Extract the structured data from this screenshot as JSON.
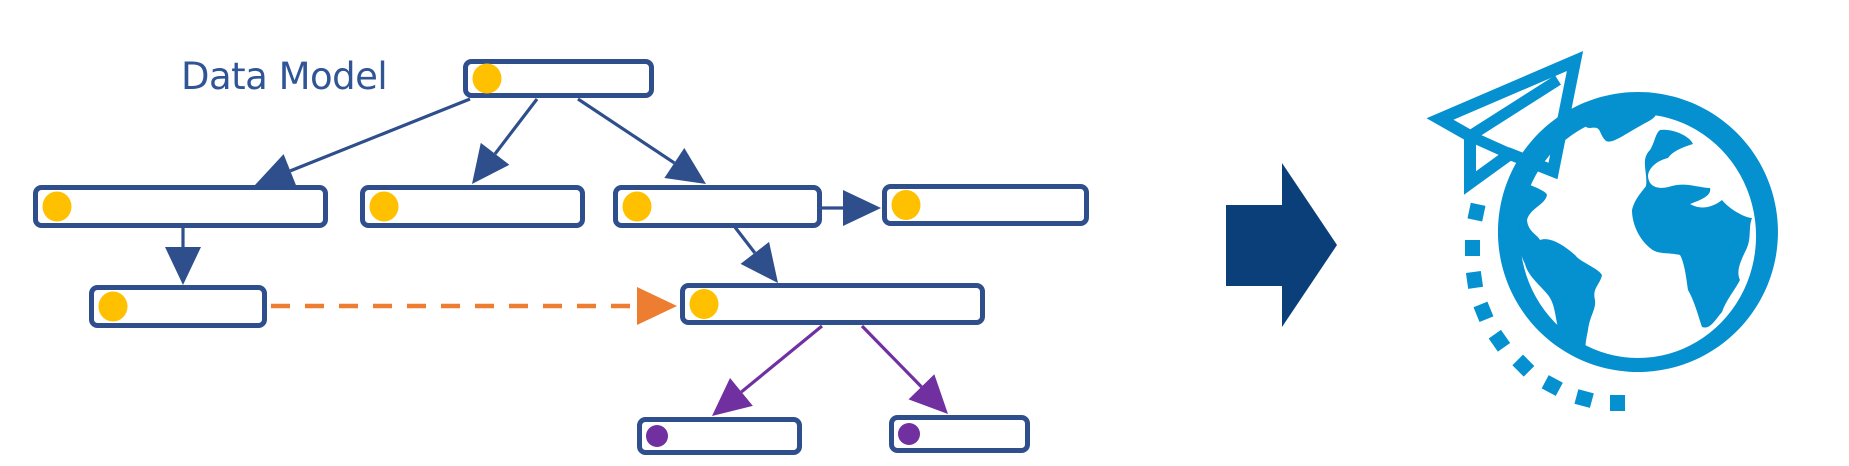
{
  "diagram": {
    "title": "Data Model",
    "colors": {
      "node_border": "#2E4F8C",
      "node_fill": "#FFFFFF",
      "dot_primary": "#FFC000",
      "dot_secondary": "#7030A0",
      "edge_primary": "#2E4F8C",
      "edge_dashed": "#ED7D31",
      "edge_secondary": "#7030A0",
      "transition_arrow": "#0B3F7A",
      "globe_icon": "#0590D0"
    },
    "nodes": [
      {
        "id": "root",
        "dot": "primary"
      },
      {
        "id": "child-1",
        "dot": "primary"
      },
      {
        "id": "child-2",
        "dot": "primary"
      },
      {
        "id": "child-3",
        "dot": "primary"
      },
      {
        "id": "sibling-4",
        "dot": "primary"
      },
      {
        "id": "grandchild-1",
        "dot": "primary"
      },
      {
        "id": "grandchild-3",
        "dot": "primary"
      },
      {
        "id": "leaf-1",
        "dot": "secondary"
      },
      {
        "id": "leaf-2",
        "dot": "secondary"
      }
    ],
    "edges": [
      {
        "from": "root",
        "to": "child-1",
        "style": "primary"
      },
      {
        "from": "root",
        "to": "child-2",
        "style": "primary"
      },
      {
        "from": "root",
        "to": "child-3",
        "style": "primary"
      },
      {
        "from": "child-3",
        "to": "sibling-4",
        "style": "primary"
      },
      {
        "from": "child-1",
        "to": "grandchild-1",
        "style": "primary"
      },
      {
        "from": "child-3",
        "to": "grandchild-3",
        "style": "primary"
      },
      {
        "from": "grandchild-1",
        "to": "grandchild-3",
        "style": "dashed"
      },
      {
        "from": "grandchild-3",
        "to": "leaf-1",
        "style": "secondary"
      },
      {
        "from": "grandchild-3",
        "to": "leaf-2",
        "style": "secondary"
      }
    ]
  },
  "transition": {
    "icon": "right-arrow-icon"
  },
  "result": {
    "icon": "globe-with-paper-plane-icon"
  }
}
